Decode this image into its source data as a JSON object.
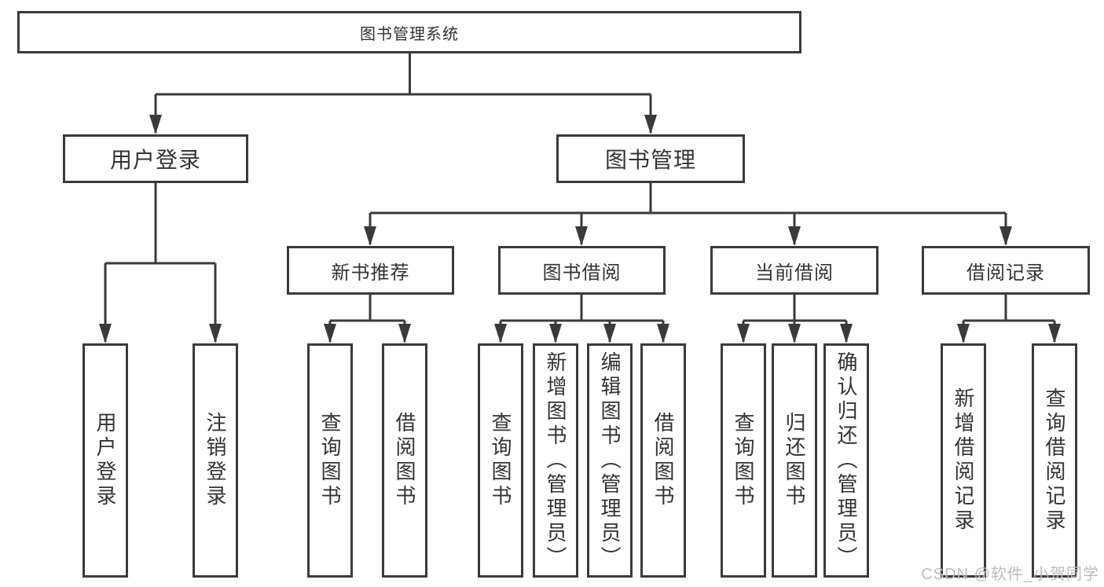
{
  "tree": {
    "label": "图书管理系统",
    "children": [
      {
        "label": "用户登录",
        "children": [
          {
            "label": "用户登录"
          },
          {
            "label": "注销登录"
          }
        ]
      },
      {
        "label": "图书管理",
        "children": [
          {
            "label": "新书推荐",
            "children": [
              {
                "label": "查询图书"
              },
              {
                "label": "借阅图书"
              }
            ]
          },
          {
            "label": "图书借阅",
            "children": [
              {
                "label": "查询图书"
              },
              {
                "label": "新增图书（管理员）"
              },
              {
                "label": "编辑图书（管理员）"
              },
              {
                "label": "借阅图书"
              }
            ]
          },
          {
            "label": "当前借阅",
            "children": [
              {
                "label": "查询图书"
              },
              {
                "label": "归还图书"
              },
              {
                "label": "确认归还（管理员）"
              }
            ]
          },
          {
            "label": "借阅记录",
            "children": [
              {
                "label": "新增借阅记录"
              },
              {
                "label": "查询借阅记录"
              }
            ]
          }
        ]
      }
    ]
  },
  "watermark": {
    "text": "CSDN @软件_小贺同学"
  },
  "colors": {
    "line": "#3a3a3a",
    "text": "#333333",
    "watermark": "#b9bdc3",
    "background": "#ffffff"
  }
}
